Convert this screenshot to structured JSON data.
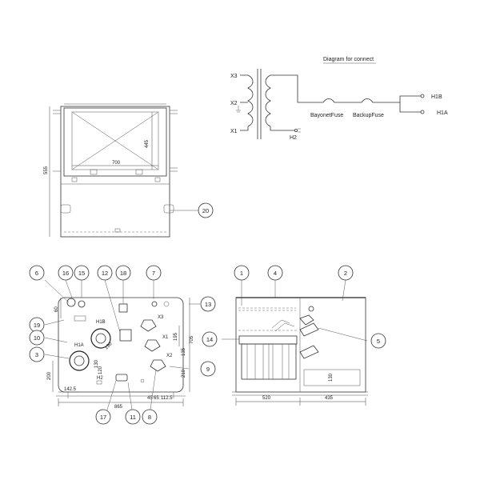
{
  "schematic": {
    "title": "Diagram for connect",
    "terminals": {
      "x3": "X3",
      "x2": "X2",
      "x1": "X1",
      "h2": "H2",
      "h1b": "H1B",
      "h1a": "H1A"
    },
    "bayonet_fuse": "BayonetFuse",
    "backup_fuse": "BackupFuse"
  },
  "top_view": {
    "dim_width": "700",
    "dim_height": "445",
    "dim_overall": "555",
    "callout": "20"
  },
  "front_view": {
    "labels": {
      "h1b": "H1B",
      "h1a": "H1A",
      "h2": "H2",
      "x3": "X3",
      "x1": "X1",
      "x2": "X2"
    },
    "dims": {
      "d60": "60",
      "d130a": "130",
      "d130b": "130",
      "d120": "120",
      "d200": "200",
      "d142_5": "142.5",
      "d865": "865",
      "d45": "45",
      "d65": "65",
      "d112_5": "112.5",
      "d195": "195",
      "d135": "135",
      "d210": "210",
      "d705": "705"
    },
    "callouts": [
      "6",
      "16",
      "15",
      "12",
      "18",
      "7",
      "13",
      "19",
      "10",
      "3",
      "9",
      "17",
      "11",
      "8"
    ]
  },
  "side_view": {
    "dims": {
      "d520": "520",
      "d435": "435",
      "d130": "130"
    },
    "callouts": [
      "1",
      "4",
      "2",
      "14",
      "5"
    ]
  }
}
